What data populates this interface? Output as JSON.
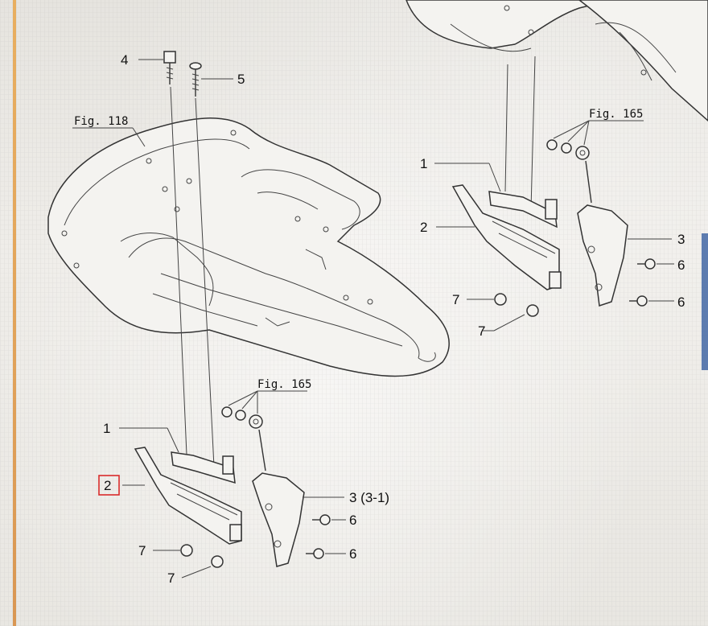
{
  "diagram": {
    "fig_refs": {
      "seat": "Fig. 118",
      "upper_right": "Fig. 165",
      "lower": "Fig. 165"
    },
    "upper_callouts": {
      "bolt_4": "4",
      "screw_5": "5"
    },
    "right_assembly": {
      "item_1": "1",
      "item_2": "2",
      "item_3": "3",
      "item_6a": "6",
      "item_6b": "6",
      "item_7a": "7",
      "item_7b": "7"
    },
    "lower_assembly": {
      "item_1": "1",
      "item_2": "2",
      "item_3": "3 (3-1)",
      "item_6a": "6",
      "item_6b": "6",
      "item_7a": "7",
      "item_7b": "7"
    },
    "highlight_color": "#d92b2b"
  }
}
